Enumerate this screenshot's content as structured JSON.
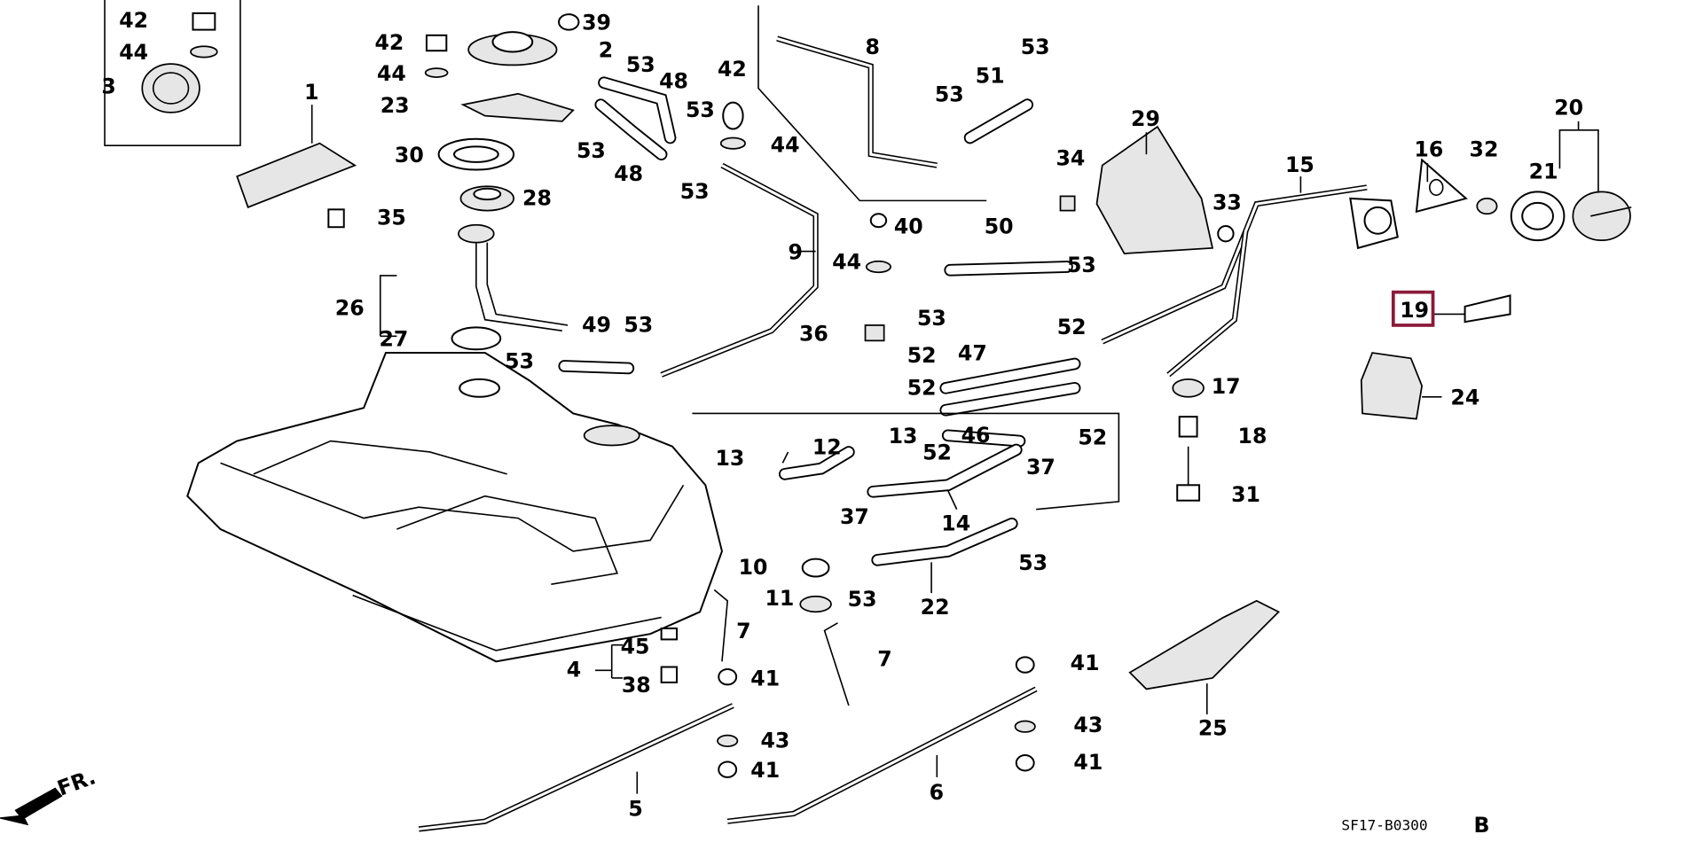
{
  "diagram": {
    "labels": [
      "42",
      "39",
      "44",
      "3",
      "42",
      "2",
      "53",
      "44",
      "48",
      "42",
      "8",
      "53",
      "51",
      "53",
      "20",
      "1",
      "23",
      "53",
      "44",
      "29",
      "16",
      "32",
      "21",
      "15",
      "30",
      "48",
      "53",
      "34",
      "28",
      "35",
      "53",
      "33",
      "40",
      "50",
      "9",
      "44",
      "53",
      "26",
      "49",
      "53",
      "36",
      "53",
      "52",
      "27",
      "53",
      "52",
      "47",
      "17",
      "24",
      "52",
      "46",
      "52",
      "18",
      "13",
      "12",
      "13",
      "52",
      "37",
      "31",
      "37",
      "14",
      "53",
      "10",
      "53",
      "22",
      "11",
      "7",
      "45",
      "7",
      "41",
      "4",
      "38",
      "41",
      "43",
      "25",
      "43",
      "41",
      "41",
      "5",
      "6"
    ],
    "highlighted_label": "19",
    "highlight_color": "#8b1a3a",
    "diagram_code": "SF17-B0300",
    "revision": "B",
    "front_indicator": "FR."
  }
}
